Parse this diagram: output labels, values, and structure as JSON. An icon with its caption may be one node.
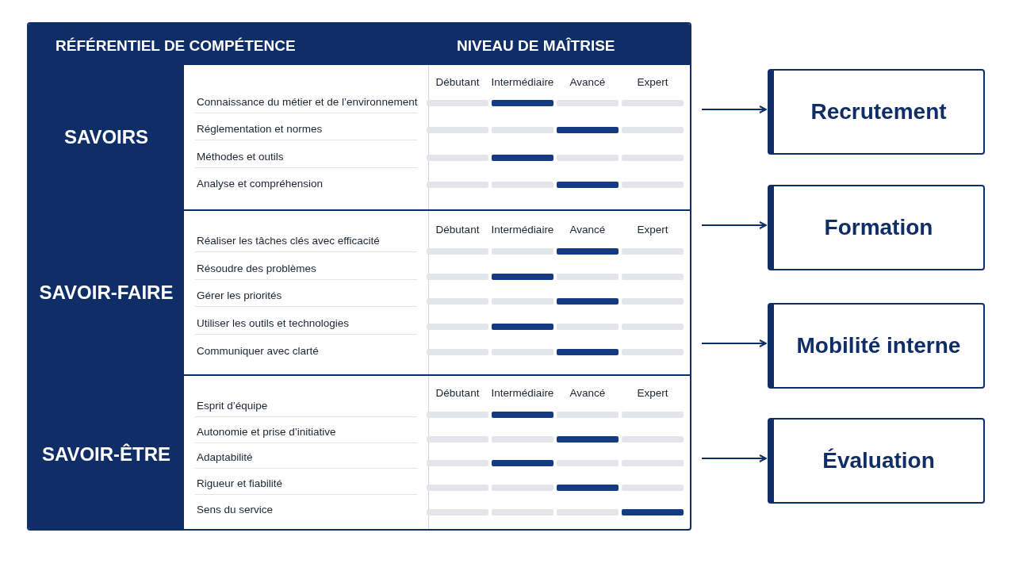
{
  "diagram": {
    "nodes": [
      {
        "text": [
          "RÉFÉRENTIEL DE COMPÉTENCE",
          "NIVEAU DE MAÎTRISE"
        ]
      },
      {
        "text": [
          "SAVOIRS"
        ]
      },
      {
        "text": [
          "SAVOIR-FAIRE"
        ]
      },
      {
        "text": [
          "SAVOIR-ÊTRE"
        ]
      },
      {
        "text": [
          "Recrutement"
        ]
      },
      {
        "text": [
          "Formation"
        ]
      },
      {
        "text": [
          "Mobilité interne"
        ]
      },
      {
        "text": [
          "Évaluation"
        ]
      }
    ],
    "edges": [
      {
        "from": null,
        "to": 4,
        "arrow": "to"
      },
      {
        "from": null,
        "to": 5,
        "arrow": "to"
      },
      {
        "from": null,
        "to": 6,
        "arrow": "to"
      },
      {
        "from": null,
        "to": 7,
        "arrow": "to"
      }
    ],
    "labels": [
      "Débutant",
      "Intermédiaire",
      "Avancé",
      "Expert",
      "Connaissance du métier et de l’environnement",
      "Réglementation et normes",
      "Méthodes et outils",
      "Analyse et compréhension",
      "Débutant",
      "Intermédiaire",
      "Avancé",
      "Expert",
      "Réaliser les tâches clés avec efficacité",
      "Résoudre des problèmes",
      "Gérer les priorités",
      "Utiliser les outils et technologies",
      "Communiquer avec clarté",
      "Débutant",
      "Intermédiaire",
      "Avancé",
      "Expert",
      "Esprit d’équipe",
      "Autonomie et prise d’initiative",
      "Adaptabilité",
      "Rigueur et fiabilité",
      "Sens du service"
    ]
  }
}
